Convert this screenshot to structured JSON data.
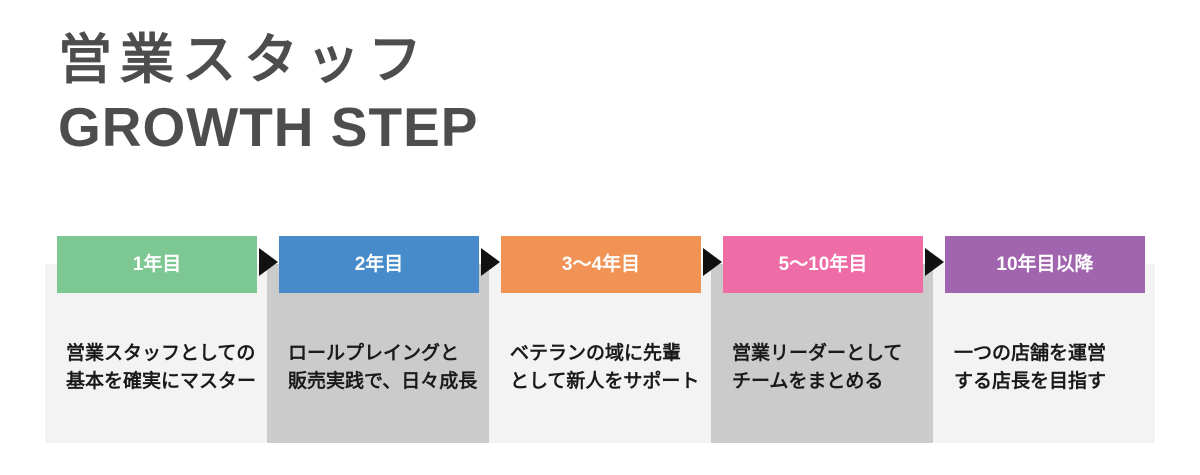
{
  "title": {
    "line1": "営業スタッフ",
    "line2": "GROWTH STEP"
  },
  "colors": {
    "title_text": "#4d4d4d",
    "header_text": "#ffffff",
    "body_text": "#1a1a1a",
    "arrow": "#111111",
    "column_bg_light": "#f3f3f4",
    "column_bg_dark": "#cbcbcb"
  },
  "steps": [
    {
      "label": "1年目",
      "color": "#7dc793",
      "description": "営業スタッフとしての\n基本を確実にマスター"
    },
    {
      "label": "2年目",
      "color": "#478bca",
      "description": "ロールプレイングと\n販売実践で、日々成長"
    },
    {
      "label": "3〜4年目",
      "color": "#f29356",
      "description": "ベテランの域に先輩\nとして新人をサポート"
    },
    {
      "label": "5〜10年目",
      "color": "#ef6da7",
      "description": "営業リーダーとして\nチームをまとめる"
    },
    {
      "label": "10年目以降",
      "color": "#a164ae",
      "description": "一つの店舗を運営\nする店長を目指す"
    }
  ]
}
